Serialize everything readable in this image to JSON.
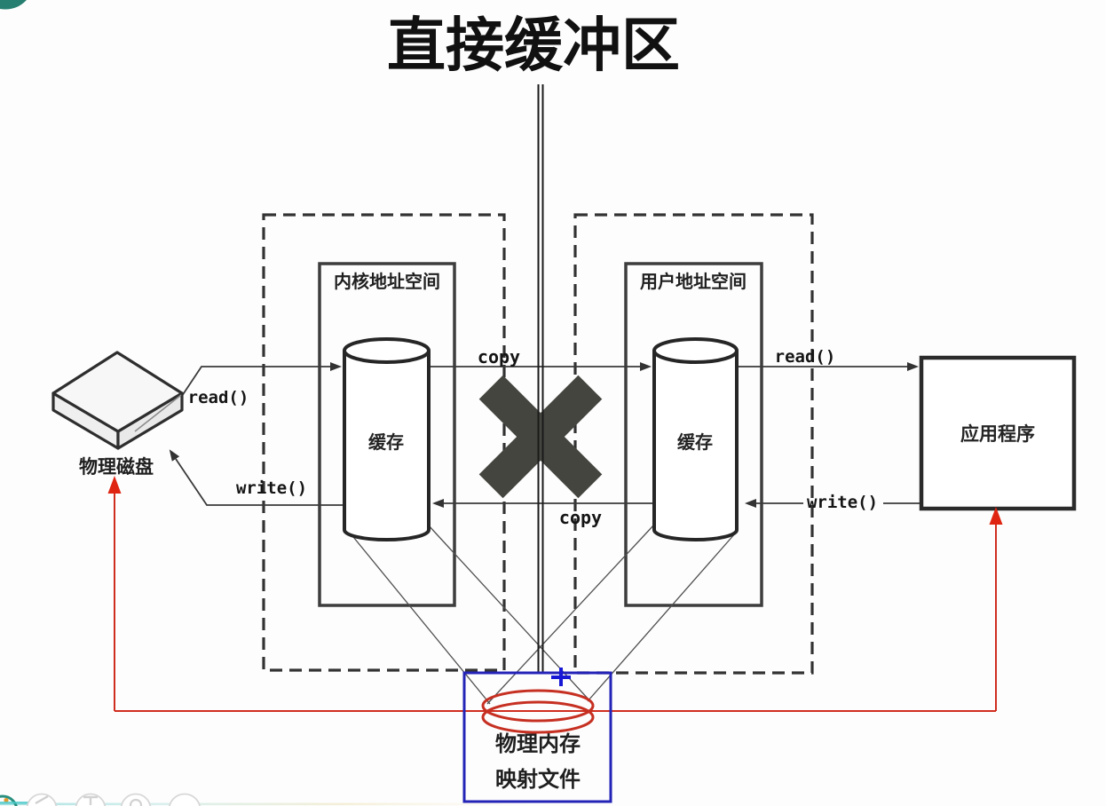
{
  "title": "直接缓冲区",
  "diagram": {
    "kernel_space": {
      "label": "内核地址空间",
      "buffer_label": "缓存"
    },
    "user_space": {
      "label": "用户地址空间",
      "buffer_label": "缓存"
    },
    "disk": {
      "label": "物理磁盘"
    },
    "application": {
      "label": "应用程序"
    },
    "mmap_box": {
      "line1": "物理内存",
      "line2": "映射文件"
    },
    "labels": {
      "read_disk": "read()",
      "write_disk": "write()",
      "copy_top": "copy",
      "copy_bottom": "copy",
      "read_app": "read()",
      "write_app": "write()"
    },
    "colors": {
      "line": "#3a3a3a",
      "cross": "#454540",
      "red": "#cf2e1f",
      "red_ellipse": "#c63022",
      "blue_box": "#2323b8",
      "cursor_blue": "#1717d6",
      "teal_accent": "#267f70"
    }
  },
  "toolbar": {
    "icons": [
      "color-swatch-icon",
      "pen-icon",
      "text-icon",
      "ellipse-icon",
      "blank-icon"
    ]
  }
}
